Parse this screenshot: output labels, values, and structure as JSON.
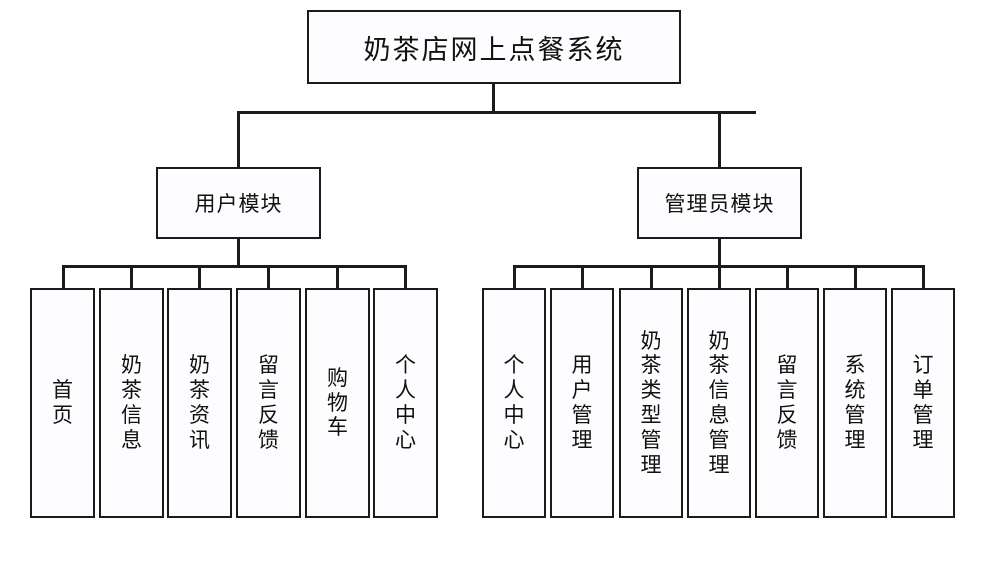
{
  "diagram": {
    "type": "tree",
    "title": "奶茶店网上点餐系统",
    "root": {
      "label": "奶茶店网上点餐系统"
    },
    "modules": [
      {
        "id": "user",
        "label": "用户模块",
        "leaves": [
          {
            "label": "首页"
          },
          {
            "label": "奶茶信息"
          },
          {
            "label": "奶茶资讯"
          },
          {
            "label": "留言反馈"
          },
          {
            "label": "购物车"
          },
          {
            "label": "个人中心"
          }
        ]
      },
      {
        "id": "admin",
        "label": "管理员模块",
        "leaves": [
          {
            "label": "个人中心"
          },
          {
            "label": "用户管理"
          },
          {
            "label": "奶茶类型管理"
          },
          {
            "label": "奶茶信息管理"
          },
          {
            "label": "留言反馈"
          },
          {
            "label": "系统管理"
          },
          {
            "label": "订单管理"
          }
        ]
      }
    ],
    "colors": {
      "stroke": "#1b1b1b",
      "fill": "#fdfdff",
      "text": "#111111",
      "background": "#ffffff"
    }
  }
}
